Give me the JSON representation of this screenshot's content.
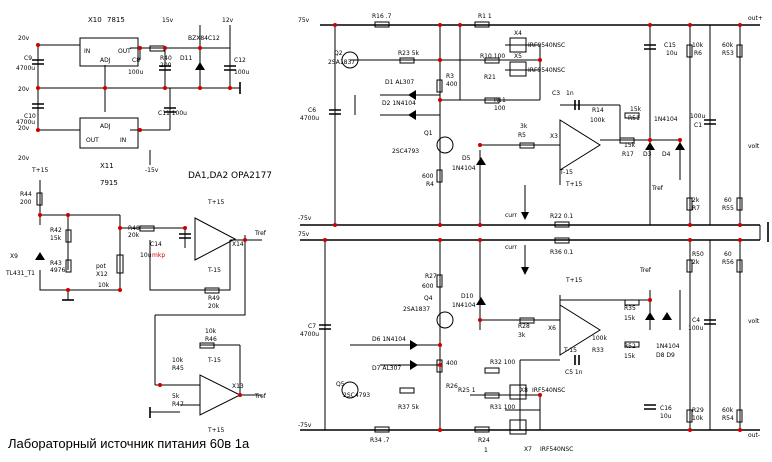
{
  "title": "Лабораторный источник питания 60в 1а",
  "ic_label": "DA1,DA2 OPA2177",
  "colors": {
    "wire": "#000000",
    "junction": "#cc0000",
    "mkp": "#cc0000"
  },
  "refdes": {
    "X10": "X10",
    "v7815": "7815",
    "X11": "X11",
    "v7915": "7915",
    "X9": "X9",
    "X12": "X12",
    "X13": "X13",
    "X14": "X14",
    "X3": "X3",
    "X6": "X6",
    "X4": "X4",
    "X5": "X5",
    "X7": "X7",
    "X8": "X8",
    "Q1": "Q1",
    "Q2": "Q2",
    "Q4": "Q4",
    "Q5": "Q5"
  },
  "parts": {
    "IN1": "IN",
    "OUT1": "OUT",
    "ADJ1": "ADJ",
    "IN2": "IN",
    "OUT2": "OUT",
    "ADJ2": "ADJ",
    "C9": "C9",
    "C9v": "4700u",
    "C10": "C10",
    "C10v": "4700u",
    "C8": "C8",
    "C8v": "100u",
    "C11": "C11 100u",
    "C12": "C12",
    "C12v": "100u",
    "R40": "R40",
    "R40v": "200",
    "D11": "D11",
    "BZX": "BZX84C12",
    "v20a": "20v",
    "v20b": "20v",
    "v20c": "20v",
    "v20d": "20v",
    "v15p": "15v",
    "v12": "12v",
    "v15n": "-15v",
    "Tp15a": "T+15",
    "R44": "R44",
    "R44v": "200",
    "R42": "R42",
    "R42v": "15k",
    "R43": "R43",
    "R43v": "4976",
    "TL431": "TL431_T1",
    "pot": "pot",
    "pot10k": "10k",
    "R48": "R48",
    "R48v": "20k",
    "C14": "C14",
    "C14v": "10u",
    "mkp": "mkp",
    "Tp15b": "T+15",
    "Tm15b": "T-15",
    "R49": "R49",
    "R49v": "20k",
    "Tref1": "Tref",
    "R46v": "10k",
    "R46": "R46",
    "R45v": "10k",
    "R45": "R45",
    "Tm15c": "T-15",
    "R47v": "5k",
    "R47": "R47",
    "Tp15c": "T+15",
    "Tref2": "Tref",
    "v75a": "75v",
    "v75b": "-75v",
    "v75c": "75v",
    "v75d": "-75v",
    "C6": "C6",
    "C6v": "4700u",
    "C7": "C7",
    "C7v": "4700u",
    "R16": "R16 .7",
    "R11": "R1 1",
    "IRF1": "IRF9540NSC",
    "IRF2": "IRF9540NSC",
    "R23": "R23 5k",
    "Q2p": "2SA1837",
    "D1": "D1 AL307",
    "D2": "D2 1N4104",
    "R10": "R10 100",
    "R3": "R3",
    "R3v": "400",
    "R21": "R21",
    "R11b": "R11",
    "R11bv": "100",
    "C3": "C3",
    "C3v": "1n",
    "R14": "R14",
    "R14v": "100k",
    "R5v": "3k",
    "R5": "R5",
    "Q1p": "2SC4793",
    "D5": "D5",
    "D5v": "1N4104",
    "R4v": "600",
    "R4": "R4",
    "Tm15d": "T-15",
    "Tp15d": "T+15",
    "R51": "R51",
    "R51v": "15k",
    "D34": "1N4104",
    "R17v": "15k",
    "R17": "R17",
    "D3": "D3",
    "D4": "D4",
    "Tref3": "Tref",
    "C15": "C15",
    "C15v": "10u",
    "R6v": "10k",
    "R6": "R6",
    "C1v": "100u",
    "C1": "C1",
    "R53v": "60k",
    "R53": "R53",
    "R7v": "2k",
    "R7": "R7",
    "R55v": "60",
    "R55": "R55",
    "out1": "out+",
    "volt1": "volt",
    "curr1": "curr",
    "R22": "R22  0.1",
    "R36": "R36  0.1",
    "curr2": "curr",
    "R27": "R27",
    "R27v": "600",
    "D10": "D10",
    "D10v": "1N4104",
    "Q4p": "2SA1837",
    "R28": "R28",
    "R28v": "3k",
    "Tp15e": "T+15",
    "R35": "R35",
    "R35v": "15k",
    "R33v": "100k",
    "R33": "R33",
    "Tm15e": "T-15",
    "C5": "C5 1n",
    "R52": "R52",
    "R52v": "15k",
    "D89": "1N4104",
    "D8D9": "D8  D9",
    "Tref4": "Tref",
    "R50": "R50",
    "R50v": "2k",
    "R56v": "60",
    "R56": "R56",
    "C4": "C4",
    "C4v": "100u",
    "volt2": "volt",
    "out2": "out-",
    "D6": "D6 1N4104",
    "D7": "D7 AL307",
    "R400": "400",
    "R32": "R32 100",
    "IRF3": "IRF540NSC",
    "R26": "R26",
    "R25": "R25 1",
    "R31": "R31 100",
    "Q5p": "2SC4793",
    "R37": "R37 5k",
    "C16": "C16",
    "C16v": "10u",
    "R29v": "10k",
    "R29": "R29",
    "R54v": "60k",
    "R54": "R54",
    "R34": "R34 .7",
    "R24": "R24",
    "R24v": "1",
    "IRF4": "IRF540NSC"
  }
}
